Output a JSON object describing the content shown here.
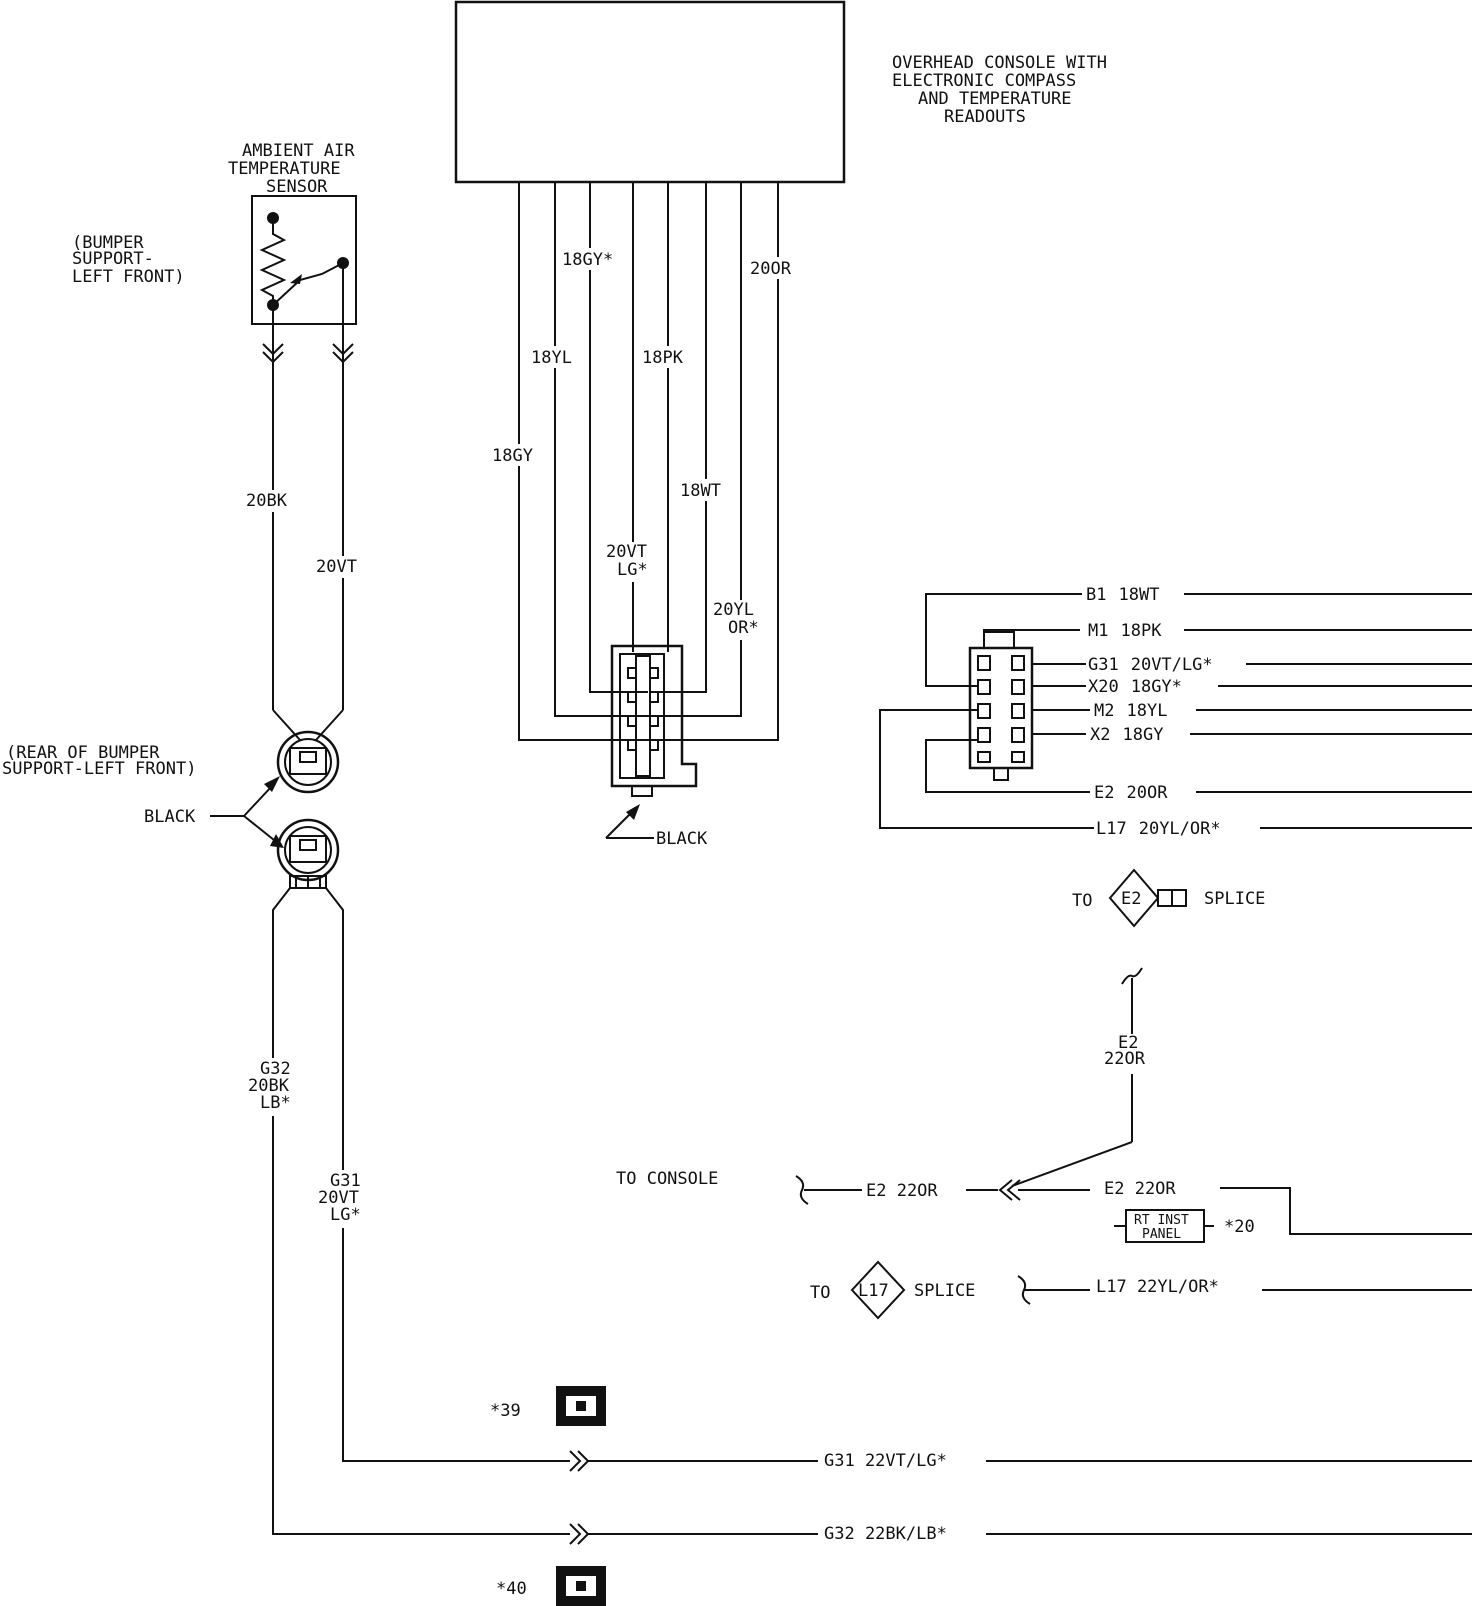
{
  "console": {
    "title": [
      "OVERHEAD CONSOLE WITH",
      "ELECTRONIC COMPASS",
      "AND TEMPERATURE",
      "READOUTS"
    ],
    "wires": {
      "gy18": "18GY",
      "yl18": "18YL",
      "gy18star": "18GY*",
      "vtlg20": [
        "20VT",
        "LG*"
      ],
      "pk18": "18PK",
      "wt18": "18WT",
      "ylor20": [
        "20YL",
        "OR*"
      ],
      "or20": "20OR"
    },
    "connector_label": "BLACK"
  },
  "sensor": {
    "title": [
      "AMBIENT AIR",
      "TEMPERATURE",
      "SENSOR"
    ],
    "location": [
      "(BUMPER",
      "SUPPORT-",
      "LEFT FRONT)"
    ],
    "wire_bk": "20BK",
    "wire_vt": "20VT",
    "connector_location": [
      "(REAR OF BUMPER",
      "SUPPORT-LEFT FRONT)"
    ],
    "connector_label": "BLACK",
    "lower_wire_left": [
      "G32",
      "20BK",
      "LB*"
    ],
    "lower_wire_right": [
      "G31",
      "20VT",
      "LG*"
    ]
  },
  "pinout": {
    "wires": [
      {
        "circuit": "B1",
        "wire": "18WT"
      },
      {
        "circuit": "M1",
        "wire": "18PK"
      },
      {
        "circuit": "G31",
        "wire": "20VT/LG*"
      },
      {
        "circuit": "X20",
        "wire": "18GY*"
      },
      {
        "circuit": "M2",
        "wire": "18YL"
      },
      {
        "circuit": "X2",
        "wire": "18GY"
      },
      {
        "circuit": "E2",
        "wire": "20OR"
      },
      {
        "circuit": "L17",
        "wire": "20YL/OR*"
      }
    ]
  },
  "splice_e2": {
    "to": "TO",
    "id": "E2",
    "label": "SPLICE"
  },
  "e2_vertical": [
    "E2",
    "22OR"
  ],
  "to_console": "TO CONSOLE",
  "e2_left": "E2 22OR",
  "e2_right": "E2 22OR",
  "rt_inst_panel": {
    "label": [
      "RT INST",
      "PANEL"
    ],
    "ref": "*20"
  },
  "splice_l17": {
    "to": "TO",
    "id": "L17",
    "label": "SPLICE",
    "wire": "L17 22YL/OR*"
  },
  "refs": {
    "ref39": "*39",
    "ref40": "*40"
  },
  "bottom_wires": {
    "g31": "G31 22VT/LG*",
    "g32": "G32 22BK/LB*"
  }
}
